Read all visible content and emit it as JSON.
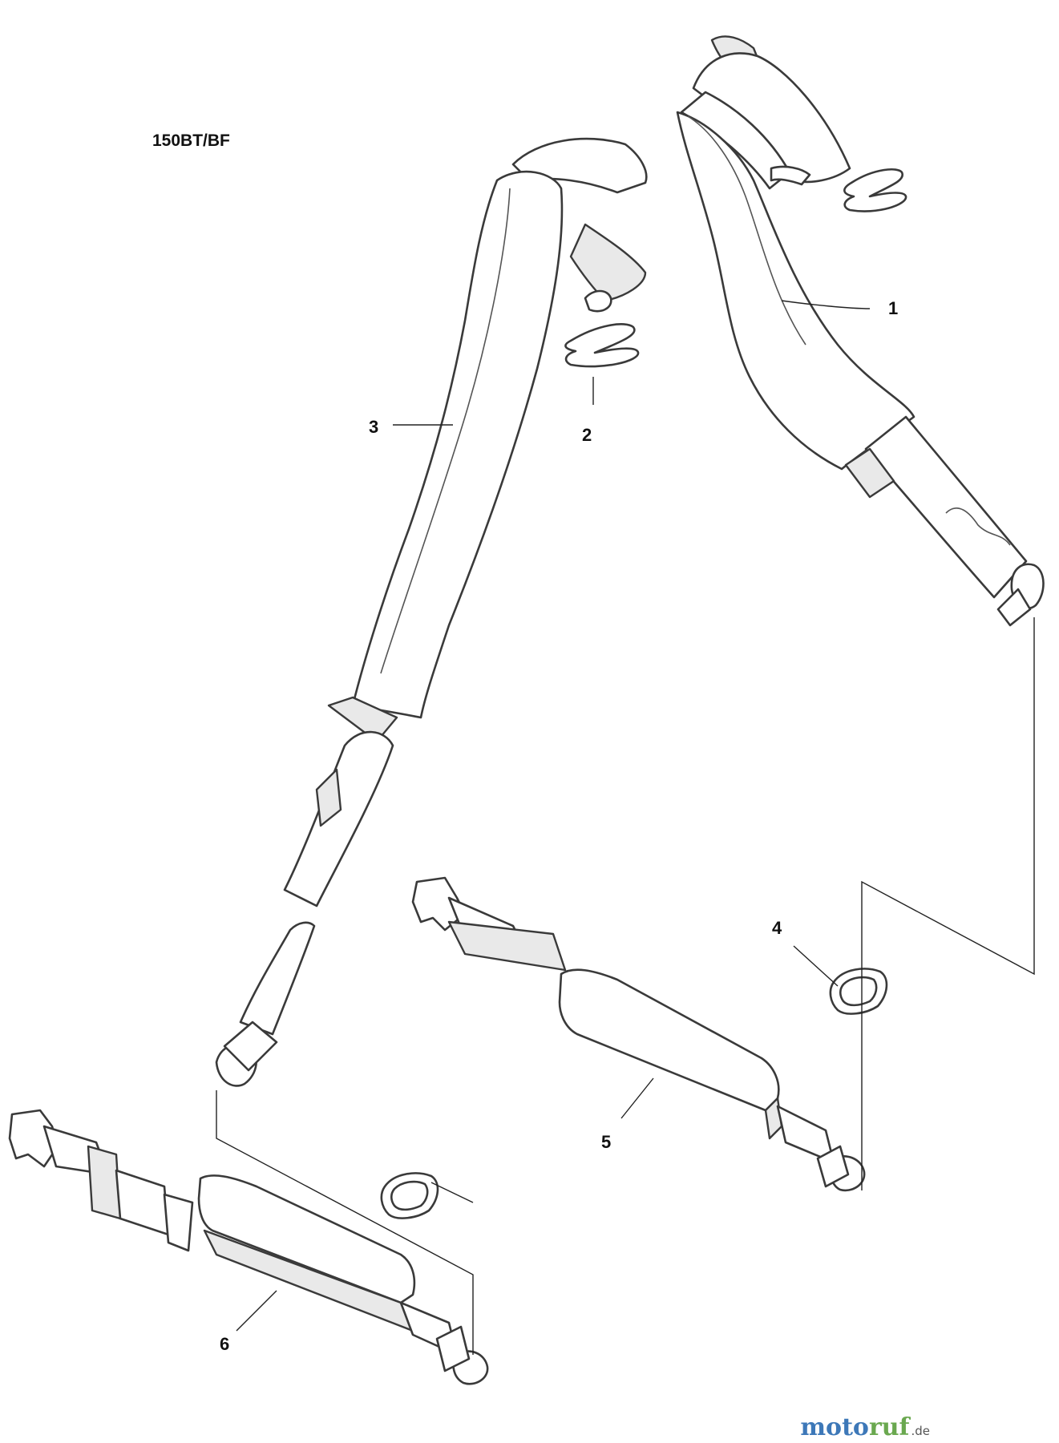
{
  "diagram": {
    "model_label": "150BT/BF",
    "callouts": {
      "part_1": "1",
      "part_2": "2",
      "part_3": "3",
      "part_4": "4",
      "part_5": "5",
      "part_6": "6"
    },
    "watermark": {
      "brand_blue": "moto",
      "brand_green": "ruf",
      "suffix": ".de",
      "colors": {
        "blue": "#3d78b8",
        "green": "#6aa84f"
      }
    }
  }
}
